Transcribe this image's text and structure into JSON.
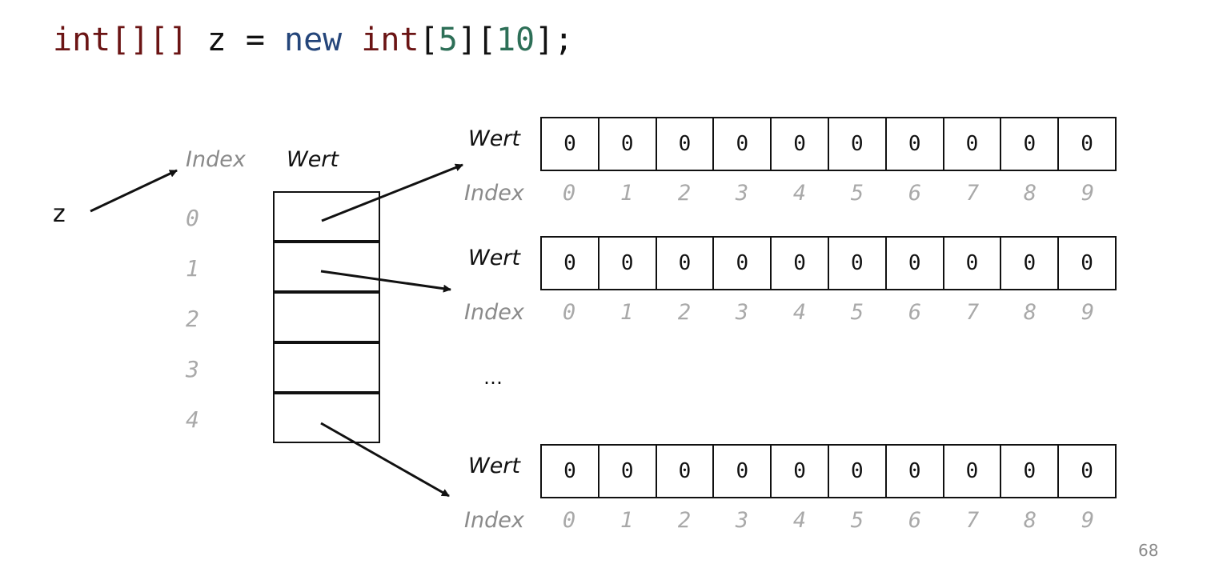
{
  "code": {
    "tokens": [
      {
        "text": "int",
        "kind": "type"
      },
      {
        "text": "[][]",
        "kind": "type"
      },
      {
        "text": " z = ",
        "kind": "plain"
      },
      {
        "text": "new",
        "kind": "kw"
      },
      {
        "text": " ",
        "kind": "plain"
      },
      {
        "text": "int",
        "kind": "type"
      },
      {
        "text": "[",
        "kind": "plain"
      },
      {
        "text": "5",
        "kind": "num"
      },
      {
        "text": "][",
        "kind": "plain"
      },
      {
        "text": "10",
        "kind": "num"
      },
      {
        "text": "];",
        "kind": "plain"
      }
    ]
  },
  "variable": "z",
  "outer_array": {
    "index_label": "Index",
    "value_label": "Wert",
    "indices": [
      "0",
      "1",
      "2",
      "3",
      "4"
    ]
  },
  "inner_arrays": [
    {
      "value_label": "Wert",
      "index_label": "Index",
      "values": [
        "0",
        "0",
        "0",
        "0",
        "0",
        "0",
        "0",
        "0",
        "0",
        "0"
      ],
      "indices": [
        "0",
        "1",
        "2",
        "3",
        "4",
        "5",
        "6",
        "7",
        "8",
        "9"
      ]
    },
    {
      "value_label": "Wert",
      "index_label": "Index",
      "values": [
        "0",
        "0",
        "0",
        "0",
        "0",
        "0",
        "0",
        "0",
        "0",
        "0"
      ],
      "indices": [
        "0",
        "1",
        "2",
        "3",
        "4",
        "5",
        "6",
        "7",
        "8",
        "9"
      ]
    },
    {
      "value_label": "Wert",
      "index_label": "Index",
      "values": [
        "0",
        "0",
        "0",
        "0",
        "0",
        "0",
        "0",
        "0",
        "0",
        "0"
      ],
      "indices": [
        "0",
        "1",
        "2",
        "3",
        "4",
        "5",
        "6",
        "7",
        "8",
        "9"
      ]
    }
  ],
  "ellipsis": "…",
  "page_number": "68",
  "colors": {
    "type": "#6b1414",
    "keyword": "#24457a",
    "number": "#2d6f57",
    "index_text": "#a9a9a9"
  }
}
